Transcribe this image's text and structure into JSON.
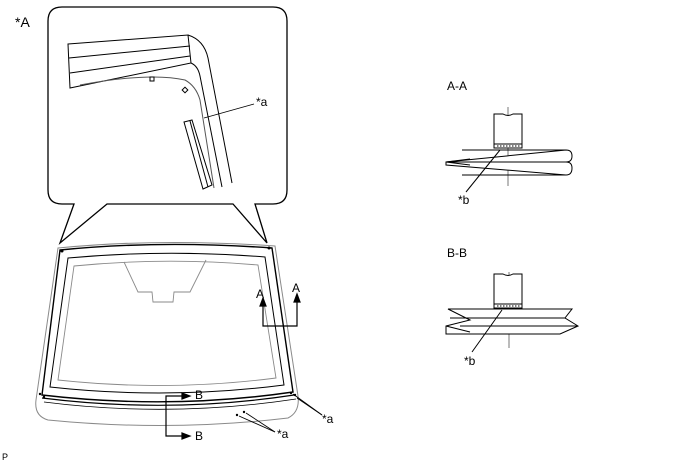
{
  "labels": {
    "view_tag": "*A",
    "callout_a": "*a",
    "callout_b": "*b",
    "section_aa": "A-A",
    "section_bb": "B-B",
    "arrow_a": "A",
    "arrow_b": "B",
    "corner": "P"
  },
  "colors": {
    "stroke": "#000000",
    "light_stroke": "#8a8a8a",
    "background": "#ffffff"
  }
}
